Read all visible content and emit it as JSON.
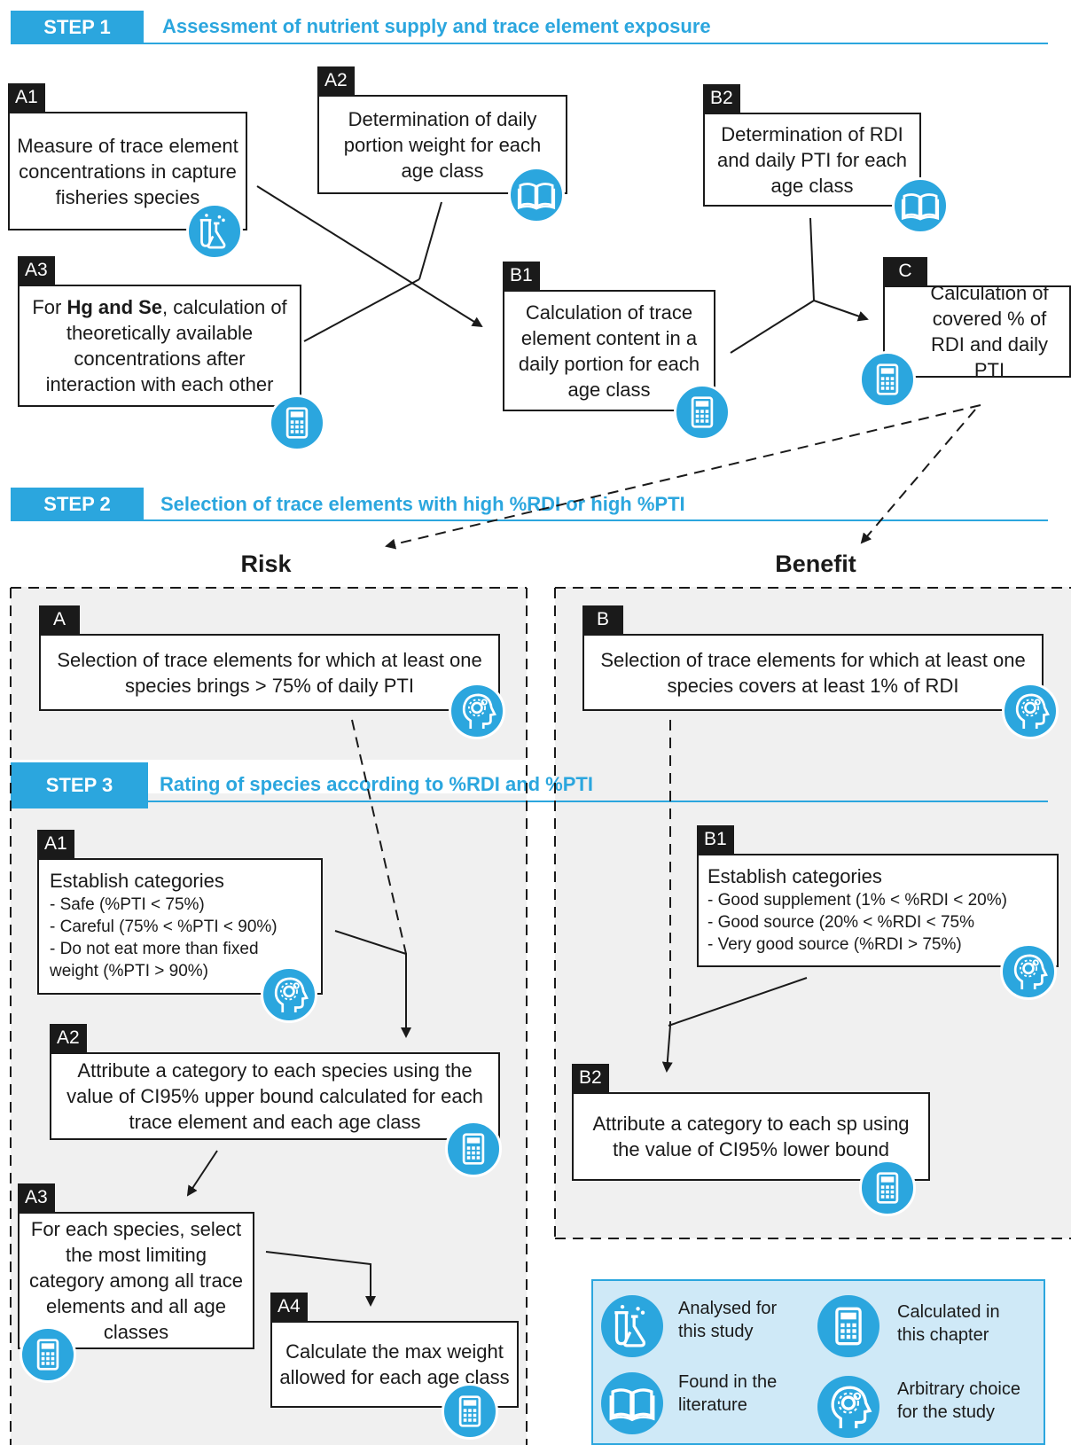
{
  "step1": {
    "tab": "STEP 1",
    "title": "Assessment of nutrient supply and trace element exposure"
  },
  "step2": {
    "tab": "STEP 2",
    "title": "Selection of trace elements with high %RDI or high %PTI"
  },
  "step3": {
    "tab": "STEP 3",
    "title": "Rating of species according to %RDI and %PTI"
  },
  "s1": {
    "a1": {
      "tag": "A1",
      "text": "Measure of trace element concentrations in capture fisheries species"
    },
    "a2": {
      "tag": "A2",
      "text": "Determination of daily portion weight for each age class"
    },
    "a3": {
      "tag": "A3",
      "bold": "Hg and Se",
      "before": "For ",
      "after": ", calculation of theoretically available concentrations after interaction with each other"
    },
    "b1": {
      "tag": "B1",
      "text": "Calculation of trace element content in a daily portion for each age class"
    },
    "b2": {
      "tag": "B2",
      "text": "Determination of RDI and daily PTI for each age class"
    },
    "c": {
      "tag": "C",
      "text": "Calculation of covered % of RDI and daily PTI"
    }
  },
  "risk_label": "Risk",
  "benefit_label": "Benefit",
  "s2": {
    "a": {
      "tag": "A",
      "text": "Selection of trace elements for which at least one species brings > 75% of daily PTI"
    },
    "b": {
      "tag": "B",
      "text": "Selection of trace elements for which at least one species covers at least 1% of RDI"
    }
  },
  "s3": {
    "a1": {
      "tag": "A1",
      "head": "Establish categories",
      "items": [
        "- Safe (%PTI < 75%)",
        "- Careful (75% < %PTI < 90%)",
        "- Do not eat more than fixed",
        "weight (%PTI > 90%)"
      ]
    },
    "a2": {
      "tag": "A2",
      "text": "Attribute a category to each species using the value of CI95% upper bound calculated for each trace element and each age class"
    },
    "a3": {
      "tag": "A3",
      "text": "For each species, select the most limiting category among all trace elements and all age classes"
    },
    "a4": {
      "tag": "A4",
      "text": "Calculate the max weight allowed for each age class"
    },
    "b1": {
      "tag": "B1",
      "head": "Establish categories",
      "items": [
        "- Good supplement (1% < %RDI < 20%)",
        "- Good source (20% < %RDI < 75%",
        "- Very good source (%RDI > 75%)"
      ]
    },
    "b2": {
      "tag": "B2",
      "text": "Attribute a category to each sp using the value of CI95% lower bound"
    }
  },
  "legend": {
    "analysed": "Analysed for this study",
    "calculated": "Calculated in this chapter",
    "literature": "Found in the literature",
    "arbitrary": "Arbitrary choice for the study"
  },
  "colors": {
    "accent": "#2ba6de",
    "dark": "#1a1a1a",
    "panel": "#f0f0f0",
    "legend_bg": "#cfe9f7"
  }
}
